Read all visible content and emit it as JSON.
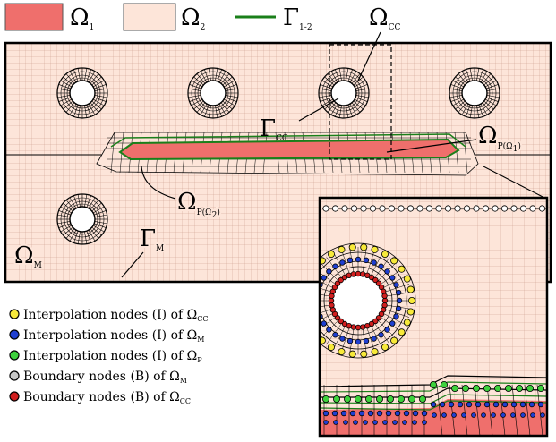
{
  "legend": {
    "omega1": {
      "symbol": "Ω",
      "sub": "1",
      "color": "#ef6f6c"
    },
    "omega2": {
      "symbol": "Ω",
      "sub": "2",
      "color": "#fde5d9"
    },
    "gamma12": {
      "symbol": "Γ",
      "sub": "1-2",
      "color": "#1a7f1a"
    }
  },
  "labels": {
    "omega_cc": {
      "symbol": "Ω",
      "sub": "CC"
    },
    "gamma_cc": {
      "symbol": "Γ",
      "sub": "CC"
    },
    "omega_p1": {
      "symbol": "Ω",
      "sub": "P(Ω",
      "sub2": "1",
      "close": ")"
    },
    "omega_p2": {
      "symbol": "Ω",
      "sub": "P(Ω",
      "sub2": "2",
      "close": ")"
    },
    "omega_m": {
      "symbol": "Ω",
      "sub": "M"
    },
    "gamma_m": {
      "symbol": "Γ",
      "sub": "M"
    }
  },
  "node_legend": [
    {
      "text": "Interpolation nodes (I) of ",
      "symbol": "Ω",
      "sub": "CC",
      "color": "#f7e93a"
    },
    {
      "text": "Interpolation nodes (I) of ",
      "symbol": "Ω",
      "sub": "M",
      "color": "#1f3fd1"
    },
    {
      "text": "Interpolation nodes (I) of ",
      "symbol": "Ω",
      "sub": "P",
      "color": "#3dd13d"
    },
    {
      "text": "Boundary nodes (B) of ",
      "symbol": "Ω",
      "sub": "M",
      "color": "#c8c8c8"
    },
    {
      "text": "Boundary nodes (B) of ",
      "symbol": "Ω",
      "sub": "CC",
      "color": "#d11f1f"
    }
  ],
  "colors": {
    "omega2_fill": "#fde5d9",
    "grid": "#c79a8a",
    "omega1_fill": "#ef6f6c"
  }
}
